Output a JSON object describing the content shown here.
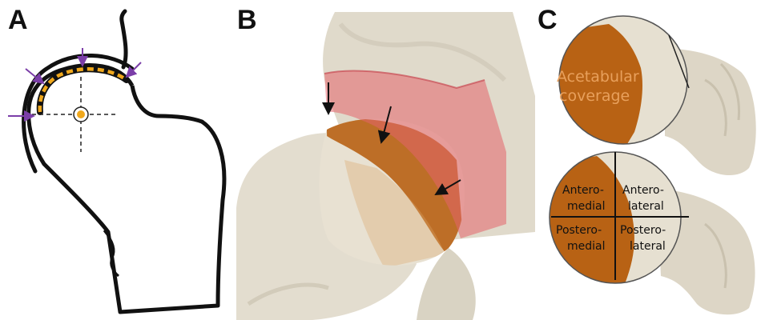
{
  "panels": {
    "a": {
      "letter": "A"
    },
    "b": {
      "letter": "B"
    },
    "c": {
      "letter": "C"
    }
  },
  "labels": {
    "coverage_line1": "Acetabular",
    "coverage_line2": "coverage",
    "am_line1": "Antero-",
    "am_line2": "medial",
    "al_line1": "Antero-",
    "al_line2": "lateral",
    "pm_line1": "Postero-",
    "pm_line2": "medial",
    "pl_line1": "Postero-",
    "pl_line2": "lateral"
  },
  "colors": {
    "bone": "#e3ddcf",
    "coverage": "#b86214",
    "acetabulum": "#e4646b",
    "dashed": "#f0a81c",
    "arrow_a": "#7b3ea8",
    "coverage_text": "#e8a05c"
  }
}
